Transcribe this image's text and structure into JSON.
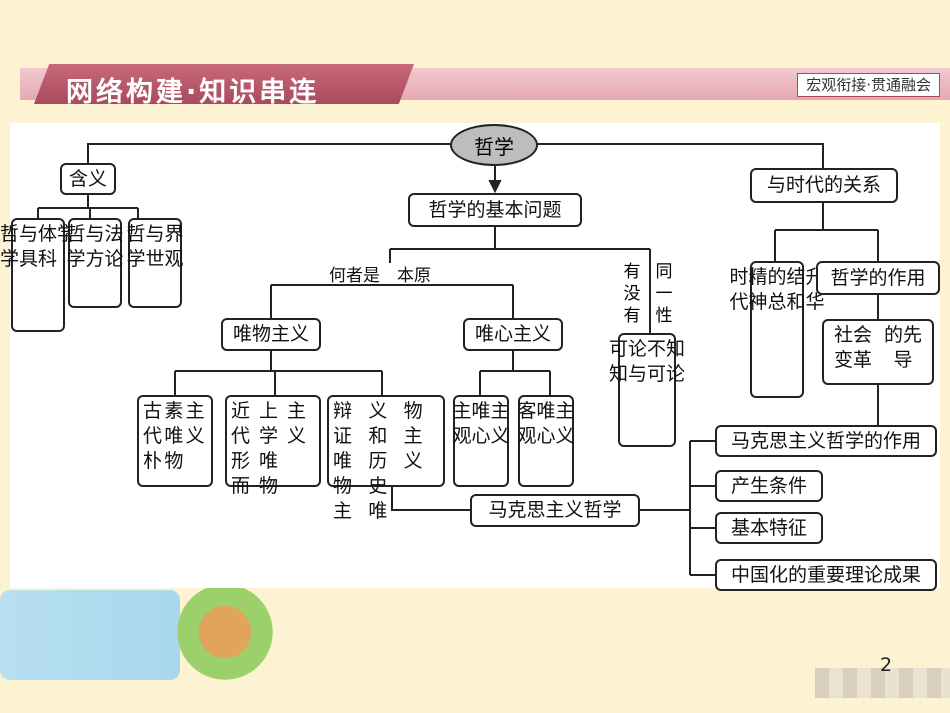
{
  "header": {
    "title": "网络构建·知识串连",
    "subtitle": "宏观衔接·贯通融会"
  },
  "diagram": {
    "root": "哲学",
    "meaning": "含义",
    "meaning_items": [
      [
        "哲学",
        "与具",
        "体科",
        "学"
      ],
      [
        "哲学",
        "与方",
        "法论"
      ],
      [
        "哲学",
        "与世",
        "界观"
      ]
    ],
    "basic_question": "哲学的基本问题",
    "label_which_first": "何者是",
    "label_origin": "本原",
    "label_whether": [
      "有",
      "没",
      "有"
    ],
    "label_identity": [
      "同",
      "一",
      "性"
    ],
    "materialism": "唯物主义",
    "idealism": "唯心主义",
    "knowability": [
      "可知",
      "论与",
      "不可",
      "知论"
    ],
    "materialism_items": [
      [
        "古代朴",
        "素唯物",
        "主义"
      ],
      [
        "近代形而",
        "上学唯物",
        "主义"
      ],
      [
        "辩证唯物主",
        "义和历史唯",
        "物主义"
      ]
    ],
    "idealism_items": [
      [
        "主观",
        "唯心",
        "主义"
      ],
      [
        "客观",
        "唯心",
        "主义"
      ]
    ],
    "times_relation": "与时代的关系",
    "times_essence": [
      "时代",
      "精神",
      "的总",
      "结和",
      "升华"
    ],
    "philosophy_role": "哲学的作用",
    "social_change": [
      "社会变革",
      "的先导"
    ],
    "marxist_philosophy": "马克思主义哲学",
    "marxist_items": [
      "马克思主义哲学的作用",
      "产生条件",
      "基本特征",
      "中国化的重要理论成果"
    ]
  },
  "page_number": "2"
}
